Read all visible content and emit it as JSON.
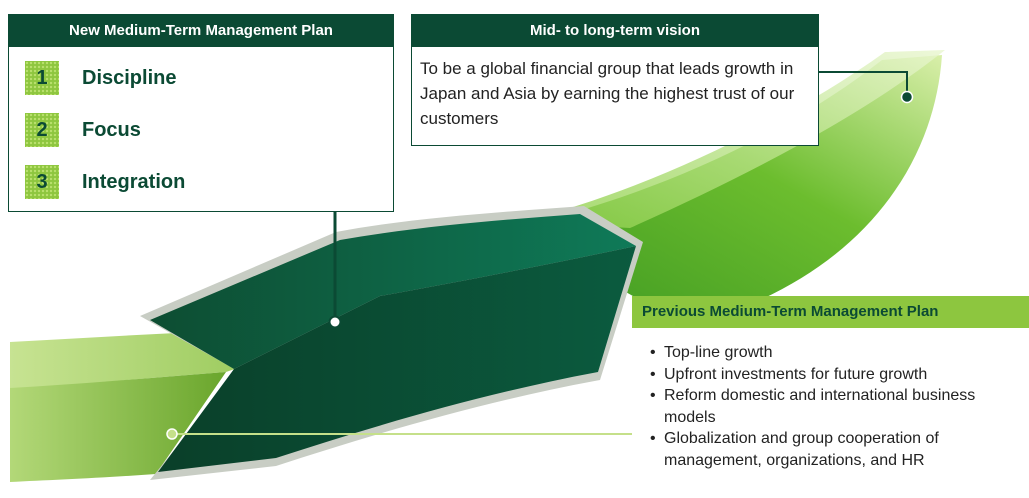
{
  "new_plan": {
    "title": "New Medium-Term Management Plan",
    "pillars": [
      {
        "num": "1",
        "label": "Discipline"
      },
      {
        "num": "2",
        "label": "Focus"
      },
      {
        "num": "3",
        "label": "Integration"
      }
    ]
  },
  "vision": {
    "title": "Mid- to long-term vision",
    "text": "To be a global financial group that leads growth in Japan and Asia by earning the highest trust of our customers"
  },
  "previous_plan": {
    "title": "Previous Medium-Term Management Plan",
    "items": [
      "Top-line growth",
      "Upfront investments for future growth",
      "Reform domestic and international business models",
      "Globalization and group cooperation of management, organizations, and HR"
    ]
  },
  "colors": {
    "dark_green": "#0b4a34",
    "light_green": "#8dc63f",
    "lime": "#c5e0a0"
  }
}
